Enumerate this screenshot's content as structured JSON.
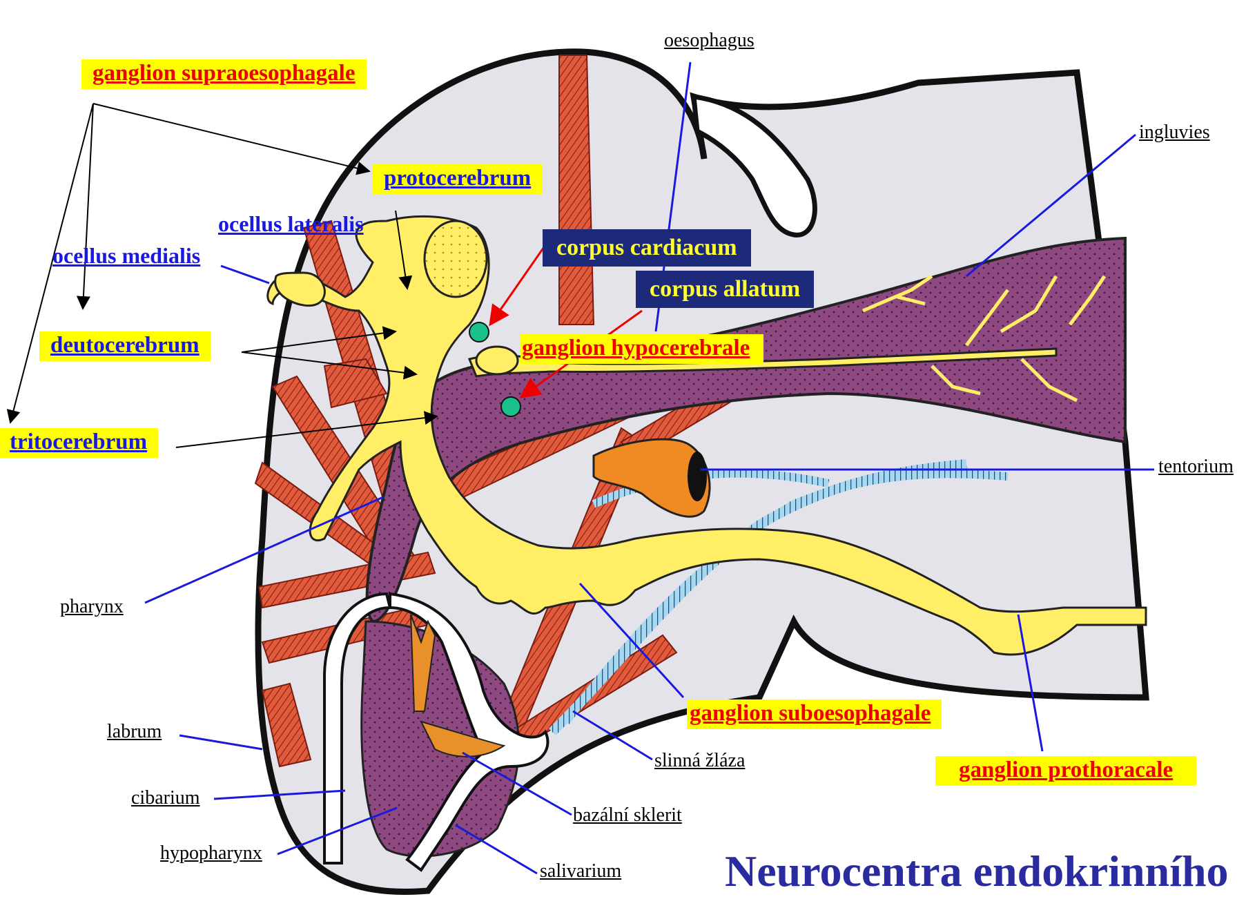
{
  "labels": {
    "ganglion_supraoesophagale": "ganglion supraoesophagale",
    "protocerebrum": "protocerebrum",
    "ocellus_lateralis": "ocellus lateralis",
    "ocellus_medialis": "ocellus medialis",
    "deutocerebrum": "deutocerebrum",
    "tritocerebrum": "tritocerebrum",
    "oesophagus": "oesophagus",
    "corpus_cardiacum": "corpus cardiacum",
    "corpus_allatum": "corpus allatum",
    "ganglion_hypocerebrale": "ganglion hypocerebrale",
    "ingluvies": "ingluvies",
    "tentorium": "tentorium",
    "pharynx": "pharynx",
    "ganglion_suboesophagale": "ganglion suboesophagale",
    "slinna_zlaza": "slinná žláza",
    "ganglion_prothoracale": "ganglion prothoracale",
    "labrum": "labrum",
    "cibarium": "cibarium",
    "bazalni_sklerit": "bazální sklerit",
    "hypopharynx": "hypopharynx",
    "salivarium": "salivarium"
  },
  "title": "Neurocentra endokrinního",
  "colors": {
    "highlight": "#ffff00",
    "red_label": "#ee0000",
    "blue_label": "#1a1adf",
    "navy_box": "#1d2a7a",
    "navy_text": "#ffff33",
    "title": "#2b2ba0",
    "head_fill": "#e3e3e9",
    "gut": "#8e4a80",
    "nerve": "#ffee66",
    "muscle": "#d8422a",
    "marker": "#19c28a"
  }
}
